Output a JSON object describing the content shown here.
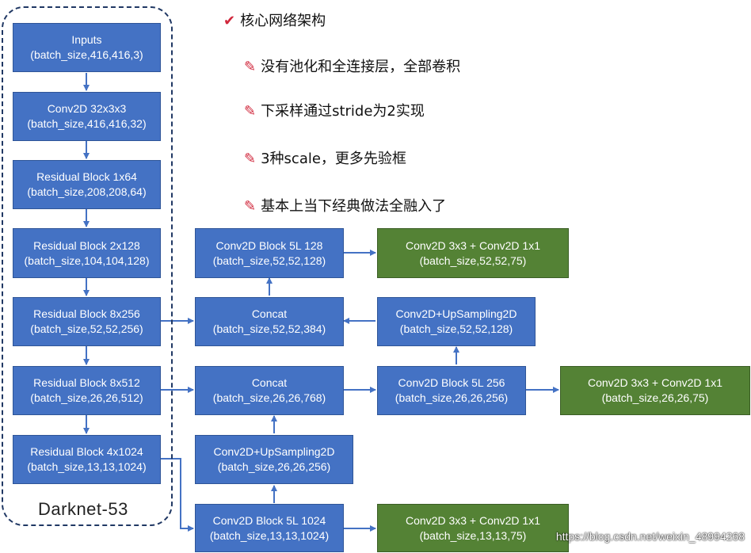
{
  "notes": {
    "heading": "核心网络架构",
    "items": [
      "没有池化和全连接层，全部卷积",
      "下采样通过stride为2实现",
      "3种scale，更多先验框",
      "基本上当下经典做法全融入了"
    ]
  },
  "darknet_label": "Darknet-53",
  "blocks": {
    "inputs": {
      "title": "Inputs",
      "shape": "(batch_size,416,416,3)"
    },
    "conv2d_32": {
      "title": "Conv2D 32x3x3",
      "shape": "(batch_size,416,416,32)"
    },
    "res_1x64": {
      "title": "Residual Block 1x64",
      "shape": "(batch_size,208,208,64)"
    },
    "res_2x128": {
      "title": "Residual Block 2x128",
      "shape": "(batch_size,104,104,128)"
    },
    "res_8x256": {
      "title": "Residual Block 8x256",
      "shape": "(batch_size,52,52,256)"
    },
    "res_8x512": {
      "title": "Residual Block 8x512",
      "shape": "(batch_size,26,26,512)"
    },
    "res_4x1024": {
      "title": "Residual Block 4x1024",
      "shape": "(batch_size,13,13,1024)"
    },
    "conv5l_128": {
      "title": "Conv2D Block 5L 128",
      "shape": "(batch_size,52,52,128)"
    },
    "concat_384": {
      "title": "Concat",
      "shape": "(batch_size,52,52,384)"
    },
    "concat_768": {
      "title": "Concat",
      "shape": "(batch_size,26,26,768)"
    },
    "upsample_256": {
      "title": "Conv2D+UpSampling2D",
      "shape": "(batch_size,26,26,256)"
    },
    "conv5l_1024": {
      "title": "Conv2D Block 5L 1024",
      "shape": "(batch_size,13,13,1024)"
    },
    "out_52": {
      "title": "Conv2D 3x3  + Conv2D 1x1",
      "shape": "(batch_size,52,52,75)"
    },
    "upsample_128": {
      "title": "Conv2D+UpSampling2D",
      "shape": "(batch_size,52,52,128)"
    },
    "conv5l_256": {
      "title": "Conv2D Block 5L 256",
      "shape": "(batch_size,26,26,256)"
    },
    "out_13": {
      "title": "Conv2D 3x3  + Conv2D 1x1",
      "shape": "(batch_size,13,13,75)"
    },
    "out_26": {
      "title": "Conv2D 3x3  + Conv2D 1x1",
      "shape": "(batch_size,26,26,75)"
    }
  },
  "colors": {
    "block_blue": "#4472c4",
    "block_green": "#548235",
    "arrow": "#4472c4",
    "frame": "#203864",
    "note_icon": "#d0263b"
  },
  "watermark": "https://blog.csdn.net/weixin_48994268"
}
